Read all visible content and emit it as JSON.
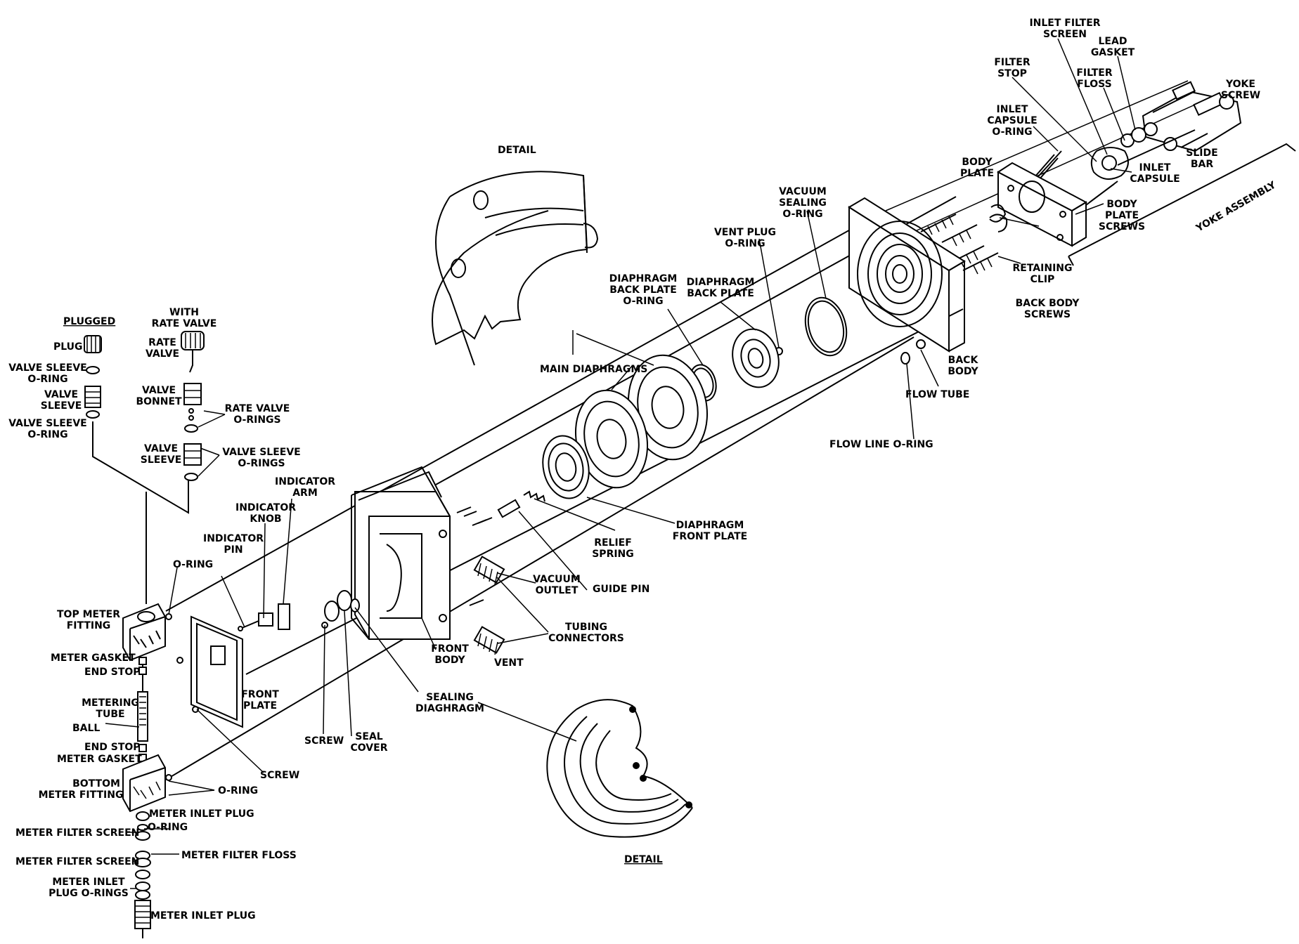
{
  "labels": {
    "detail_top": "DETAIL",
    "detail_bottom": "DETAIL",
    "inlet_filter_screen": [
      "INLET FILTER",
      "SCREEN"
    ],
    "lead_gasket": [
      "LEAD",
      "GASKET"
    ],
    "filter_stop": [
      "FILTER",
      "STOP"
    ],
    "filter_floss": [
      "FILTER",
      "FLOSS"
    ],
    "yoke_screw": [
      "YOKE",
      "SCREW"
    ],
    "inlet_capsule_o_ring": [
      "INLET",
      "CAPSULE",
      "O-RING"
    ],
    "slide_bar": [
      "SLIDE",
      "BAR"
    ],
    "body_plate": [
      "BODY",
      "PLATE"
    ],
    "inlet_capsule": [
      "INLET",
      "CAPSULE"
    ],
    "yoke_assembly": "YOKE ASSEMBLY",
    "body_plate_screws": [
      "BODY",
      "PLATE",
      "SCREWS"
    ],
    "vacuum_sealing_o_ring": [
      "VACUUM",
      "SEALING",
      "O-RING"
    ],
    "vent_plug_o_ring": [
      "VENT PLUG",
      "O-RING"
    ],
    "retaining_clip": [
      "RETAINING",
      "CLIP"
    ],
    "back_body_screws": [
      "BACK BODY",
      "SCREWS"
    ],
    "diaphragm_back_plate_o_ring": [
      "DIAPHRAGM",
      "BACK PLATE",
      "O-RING"
    ],
    "diaphragm_back_plate": [
      "DIAPHRAGM",
      "BACK PLATE"
    ],
    "back_body": [
      "BACK",
      "BODY"
    ],
    "main_diaphragms": "MAIN DIAPHRAGMS",
    "flow_tube": "FLOW TUBE",
    "flow_line_o_ring": "FLOW LINE O-RING",
    "plugged": "PLUGGED",
    "plug": "PLUG",
    "valve_sleeve_o_ring_1": [
      "VALVE SLEEVE",
      "O-RING"
    ],
    "valve_sleeve_1": [
      "VALVE",
      "SLEEVE"
    ],
    "valve_sleeve_o_ring_2": [
      "VALVE SLEEVE",
      "O-RING"
    ],
    "with_rate_valve": [
      "WITH",
      "RATE VALVE"
    ],
    "rate_valve": [
      "RATE",
      "VALVE"
    ],
    "valve_bonnet": [
      "VALVE",
      "BONNET"
    ],
    "rate_valve_o_rings": [
      "RATE VALVE",
      "O-RINGS"
    ],
    "valve_sleeve_2": [
      "VALVE",
      "SLEEVE"
    ],
    "valve_sleeve_o_rings": [
      "VALVE SLEEVE",
      "O-RINGS"
    ],
    "indicator_arm": [
      "INDICATOR",
      "ARM"
    ],
    "indicator_knob": [
      "INDICATOR",
      "KNOB"
    ],
    "indicator_pin": [
      "INDICATOR",
      "PIN"
    ],
    "diaphragm_front_plate": [
      "DIAPHRAGM",
      "FRONT PLATE"
    ],
    "relief_spring": [
      "RELIEF",
      "SPRING"
    ],
    "o_ring_top": "O-RING",
    "vacuum_outlet": [
      "VACUUM",
      "OUTLET"
    ],
    "guide_pin": "GUIDE PIN",
    "top_meter_fitting": [
      "TOP METER",
      "FITTING"
    ],
    "tubing_connectors": [
      "TUBING",
      "CONNECTORS"
    ],
    "meter_gasket_top": "METER GASKET",
    "end_stop_top": "END STOP",
    "front_body": [
      "FRONT",
      "BODY"
    ],
    "vent": "VENT",
    "front_plate": [
      "FRONT",
      "PLATE"
    ],
    "metering_tube": [
      "METERING",
      "TUBE"
    ],
    "sealing_diaghragm": [
      "SEALING",
      "DIAGHRAGM"
    ],
    "ball": "BALL",
    "end_stop_bottom": "END STOP",
    "meter_gasket_bottom": "METER GASKET",
    "screw_center": "SCREW",
    "seal_cover": [
      "SEAL",
      "COVER"
    ],
    "screw_lower": "SCREW",
    "bottom_meter_fitting": [
      "BOTTOM",
      "METER FITTING"
    ],
    "o_ring_bottom": "O-RING",
    "meter_inlet_plug_top": "METER INLET PLUG",
    "meter_filter_screen_1": "METER FILTER SCREEN",
    "o_ring_meter": "O-RING",
    "meter_filter_screen_2": "METER FILTER SCREEN",
    "meter_filter_floss": "METER FILTER FLOSS",
    "meter_inlet_plug_o_rings": [
      "METER INLET",
      "PLUG O-RINGS"
    ],
    "meter_inlet_plug_bottom": "METER INLET PLUG"
  }
}
